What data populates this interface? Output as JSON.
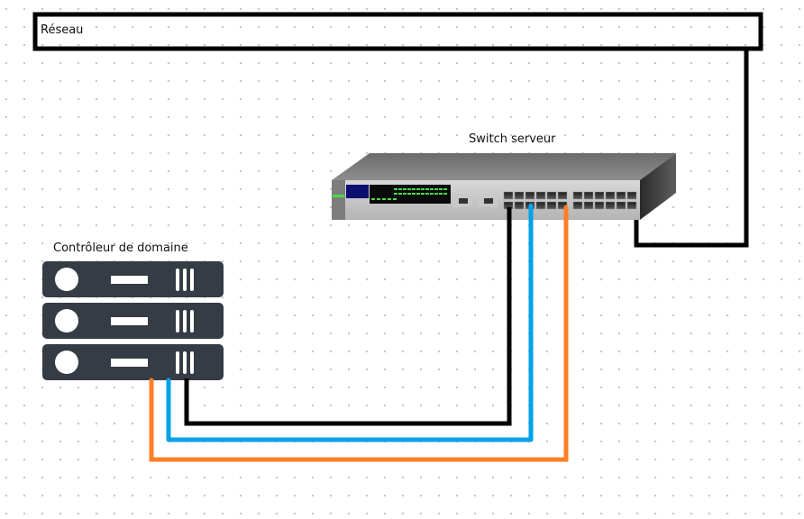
{
  "diagram": {
    "network_box": {
      "label": "Réseau"
    },
    "switch": {
      "label": "Switch serveur",
      "port_rows": 2,
      "ports_per_row": 12
    },
    "server": {
      "label": "Contrôleur de domaine",
      "units": 3
    },
    "cables": [
      {
        "name": "network-uplink-cable",
        "color": "#000000",
        "from": "Réseau",
        "to": "Switch serveur"
      },
      {
        "name": "black-cable",
        "color": "#000000",
        "from": "Contrôleur de domaine",
        "to": "Switch serveur"
      },
      {
        "name": "blue-cable",
        "color": "#00a2e8",
        "from": "Contrôleur de domaine",
        "to": "Switch serveur"
      },
      {
        "name": "orange-cable",
        "color": "#ff7f27",
        "from": "Contrôleur de domaine",
        "to": "Switch serveur"
      }
    ],
    "colors": {
      "server_body": "#363c45",
      "switch_led": "#4cdb4c",
      "switch_panel": "#0a0f70"
    }
  }
}
